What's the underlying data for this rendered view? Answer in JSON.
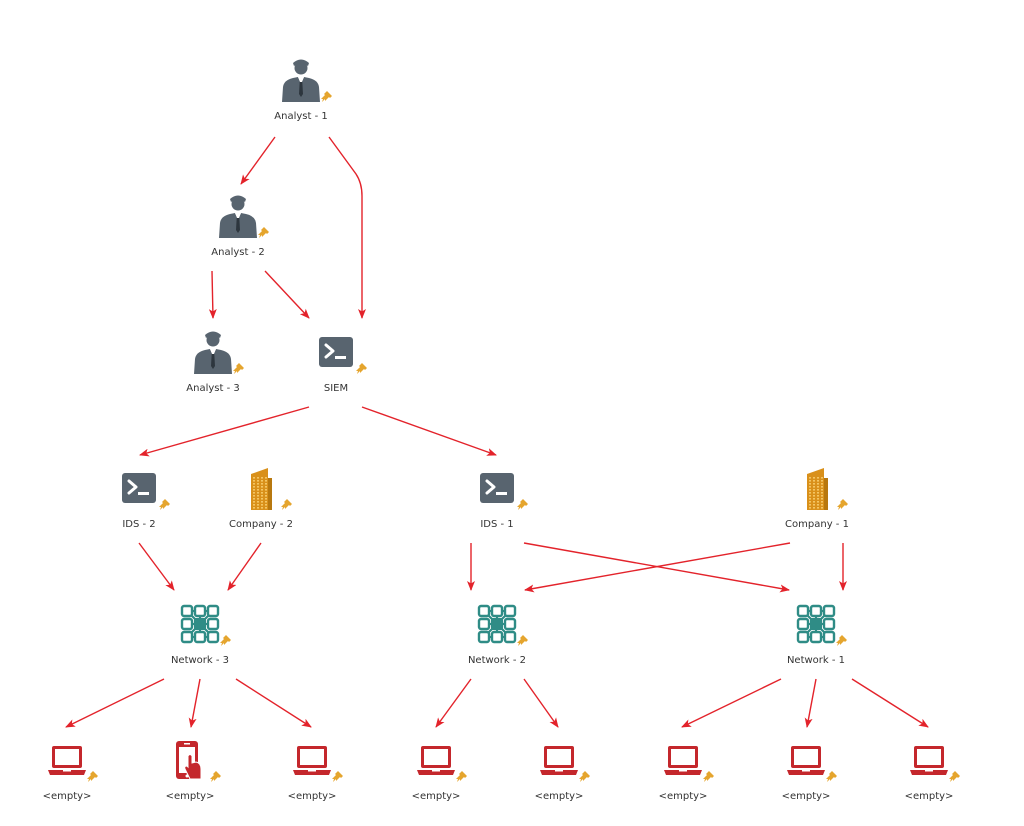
{
  "colors": {
    "edge": "#e3232b",
    "person": "#58646f",
    "terminal": "#58646f",
    "company": "#d9901a",
    "network": "#2f8c86",
    "device": "#c4272c",
    "pin": "#e5a52e"
  },
  "nodes": [
    {
      "id": "analyst1",
      "label": "Analyst - 1",
      "icon": "person-icon",
      "kind": "person"
    },
    {
      "id": "analyst2",
      "label": "Analyst - 2",
      "icon": "person-icon",
      "kind": "person"
    },
    {
      "id": "analyst3",
      "label": "Analyst - 3",
      "icon": "person-icon",
      "kind": "person"
    },
    {
      "id": "siem",
      "label": "SIEM",
      "icon": "terminal-icon",
      "kind": "terminal"
    },
    {
      "id": "ids2",
      "label": "IDS - 2",
      "icon": "terminal-icon",
      "kind": "terminal"
    },
    {
      "id": "company2",
      "label": "Company - 2",
      "icon": "building-icon",
      "kind": "company"
    },
    {
      "id": "ids1",
      "label": "IDS - 1",
      "icon": "terminal-icon",
      "kind": "terminal"
    },
    {
      "id": "company1",
      "label": "Company - 1",
      "icon": "building-icon",
      "kind": "company"
    },
    {
      "id": "network3",
      "label": "Network - 3",
      "icon": "network-icon",
      "kind": "network"
    },
    {
      "id": "network2",
      "label": "Network - 2",
      "icon": "network-icon",
      "kind": "network"
    },
    {
      "id": "network1",
      "label": "Network - 1",
      "icon": "network-icon",
      "kind": "network"
    },
    {
      "id": "e1",
      "label": "<empty>",
      "icon": "laptop-icon",
      "kind": "laptop"
    },
    {
      "id": "e2",
      "label": "<empty>",
      "icon": "phone-icon",
      "kind": "phone"
    },
    {
      "id": "e3",
      "label": "<empty>",
      "icon": "laptop-icon",
      "kind": "laptop"
    },
    {
      "id": "e4",
      "label": "<empty>",
      "icon": "laptop-icon",
      "kind": "laptop"
    },
    {
      "id": "e5",
      "label": "<empty>",
      "icon": "laptop-icon",
      "kind": "laptop"
    },
    {
      "id": "e6",
      "label": "<empty>",
      "icon": "laptop-icon",
      "kind": "laptop"
    },
    {
      "id": "e7",
      "label": "<empty>",
      "icon": "laptop-icon",
      "kind": "laptop"
    },
    {
      "id": "e8",
      "label": "<empty>",
      "icon": "laptop-icon",
      "kind": "laptop"
    }
  ],
  "edges": [
    {
      "from": "analyst1",
      "to": "analyst2"
    },
    {
      "from": "analyst1",
      "to": "siem"
    },
    {
      "from": "analyst2",
      "to": "analyst3"
    },
    {
      "from": "analyst2",
      "to": "siem"
    },
    {
      "from": "siem",
      "to": "ids2"
    },
    {
      "from": "siem",
      "to": "ids1"
    },
    {
      "from": "ids2",
      "to": "network3"
    },
    {
      "from": "company2",
      "to": "network3"
    },
    {
      "from": "ids1",
      "to": "network2"
    },
    {
      "from": "ids1",
      "to": "network1"
    },
    {
      "from": "company1",
      "to": "network2"
    },
    {
      "from": "company1",
      "to": "network1"
    },
    {
      "from": "network3",
      "to": "e1"
    },
    {
      "from": "network3",
      "to": "e2"
    },
    {
      "from": "network3",
      "to": "e3"
    },
    {
      "from": "network2",
      "to": "e4"
    },
    {
      "from": "network2",
      "to": "e5"
    },
    {
      "from": "network1",
      "to": "e6"
    },
    {
      "from": "network1",
      "to": "e7"
    },
    {
      "from": "network1",
      "to": "e8"
    }
  ]
}
